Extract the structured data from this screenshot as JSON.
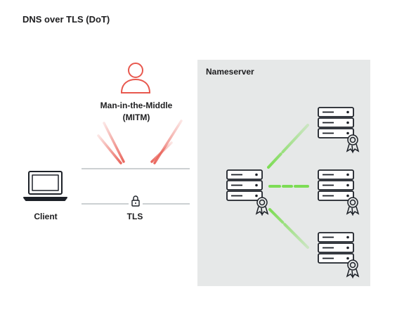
{
  "title": "DNS over TLS (DoT)",
  "nameserver_label": "Nameserver",
  "mitm": {
    "line1": "Man-in-the-Middle",
    "line2": "(MITM)"
  },
  "client_label": "Client",
  "tls_label": "TLS",
  "colors": {
    "panel": "#e6e8e8",
    "attacker": "#e8584e",
    "secure_link": "#7ddc55",
    "icon_stroke": "#1d2128",
    "text": "#1d1d1f"
  },
  "icons": [
    "person-icon",
    "laptop-icon",
    "lock-icon",
    "server-icon",
    "certificate-icon"
  ]
}
